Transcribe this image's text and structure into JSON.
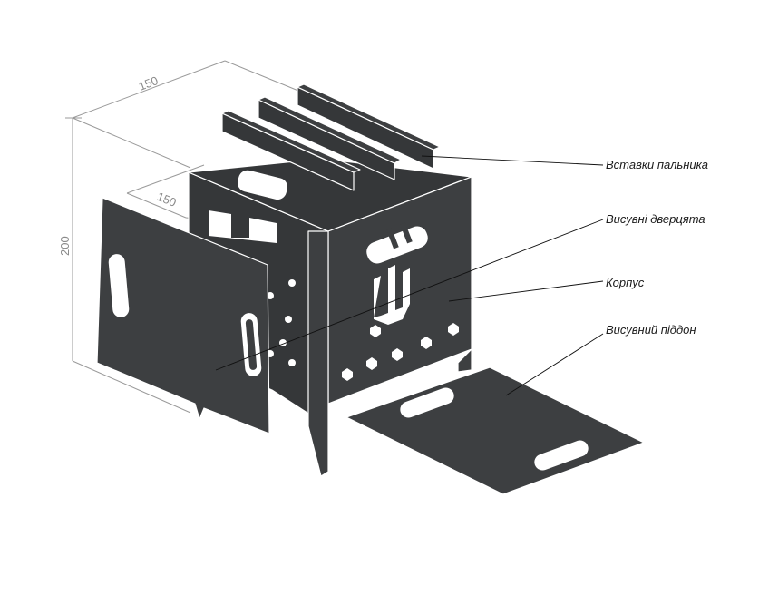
{
  "dimensions": {
    "width_top": "150",
    "depth": "150",
    "height": "200"
  },
  "labels": {
    "burner_inserts": "Вставки пальника",
    "removable_door": "Висувні дверцята",
    "body": "Корпус",
    "removable_tray": "Висувний піддон"
  },
  "colors": {
    "metal": "#3d3f41",
    "dimension_line": "#9a9a9a",
    "label_text": "#1a1a1a"
  }
}
